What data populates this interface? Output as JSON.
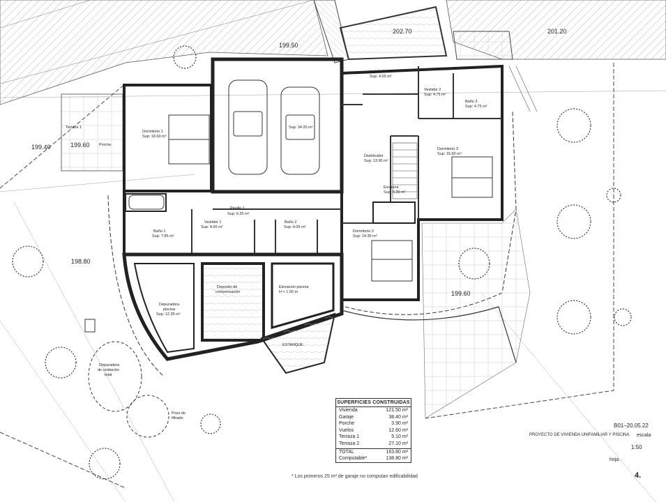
{
  "levels": [
    "199.50",
    "202.70",
    "201.20",
    "199.40",
    "199.60",
    "198.80",
    "199.60"
  ],
  "rooms": {
    "instalaciones": {
      "name": "Instalaciones",
      "area": "Sup: 4.55 m²"
    },
    "vestidor2": {
      "name": "Vestidor 2",
      "area": "Sup: 4.75 m²"
    },
    "bano3": {
      "name": "Baño 3",
      "area": "Sup: 4.75 m²"
    },
    "terraza1": {
      "name": "Terraza 1"
    },
    "porche": {
      "name": "Porche"
    },
    "dormitorio1": {
      "name": "Dormitorio 1",
      "area": "Sup: 18.60 m²"
    },
    "garaje": {
      "area": "Sup: 34.20 m²"
    },
    "distribuidor": {
      "name": "Distribuidor",
      "area": "Sup: 13.90 m²"
    },
    "dormitorio3": {
      "name": "Dormitorio 3",
      "area": "Sup: 15.60 m²"
    },
    "escalera": {
      "name": "Escalera",
      "area": "Sup: 5.35 m²"
    },
    "pasillo1": {
      "name": "Pasillo 1",
      "area": "Sup: 6.35 m²"
    },
    "vestidor1": {
      "name": "Vestidor 1",
      "area": "Sup: 4.65 m²"
    },
    "bano2": {
      "name": "Baño 2",
      "area": "Sup: 4.05 m²"
    },
    "bano1": {
      "name": "Baño 1",
      "area": "Sup: 7.85 m²"
    },
    "dormitorio2": {
      "name": "Dormitorio 2",
      "area": "Sup: 14.35 m²"
    },
    "deposito": {
      "line1": "Deposito de",
      "line2": "compensación"
    },
    "elevacion": {
      "line1": "Elevacion piscina",
      "line2": "H < 1.50 m"
    },
    "depuradora": {
      "line1": "Depuradora",
      "line2": "piscina",
      "area": "Sup: 12.35 m²"
    },
    "estanque": {
      "name": "ESTANQUE"
    },
    "oxidacion": {
      "line1": "Depuradora",
      "line2": "de oxidación",
      "line3": "total"
    },
    "pozo": {
      "line1": "Pozo de",
      "line2": "filtrado"
    }
  },
  "table": {
    "title": "SUPERFICIES CONSTRUIDAS",
    "rows": [
      {
        "label": "Vivienda",
        "value": "121.50 m²"
      },
      {
        "label": "Garaje",
        "value": "38.40 m²"
      },
      {
        "label": "Porche",
        "value": "3.90 m²"
      },
      {
        "label": "Vuelos",
        "value": "12.60 m²"
      },
      {
        "label": "Terraza 1",
        "value": "5.10 m²"
      },
      {
        "label": "Terraza 2",
        "value": "27.10 m²"
      }
    ],
    "total": {
      "label": "TOTAL",
      "value": "163.80 m²"
    },
    "computable": {
      "label": "Computable*",
      "value": "138.80 m²"
    }
  },
  "footnote": "* Los primeros 25 m² de garaje no computan edificabilidad",
  "title_block": {
    "code": "B01–20.05.22",
    "project": "PROYECTO DE VIVIENDA UNIFAMILIAR Y PISCINA.",
    "escala_label": "escala",
    "scale": "1:50",
    "hoja_label": "hoja.",
    "sheet": "4."
  }
}
